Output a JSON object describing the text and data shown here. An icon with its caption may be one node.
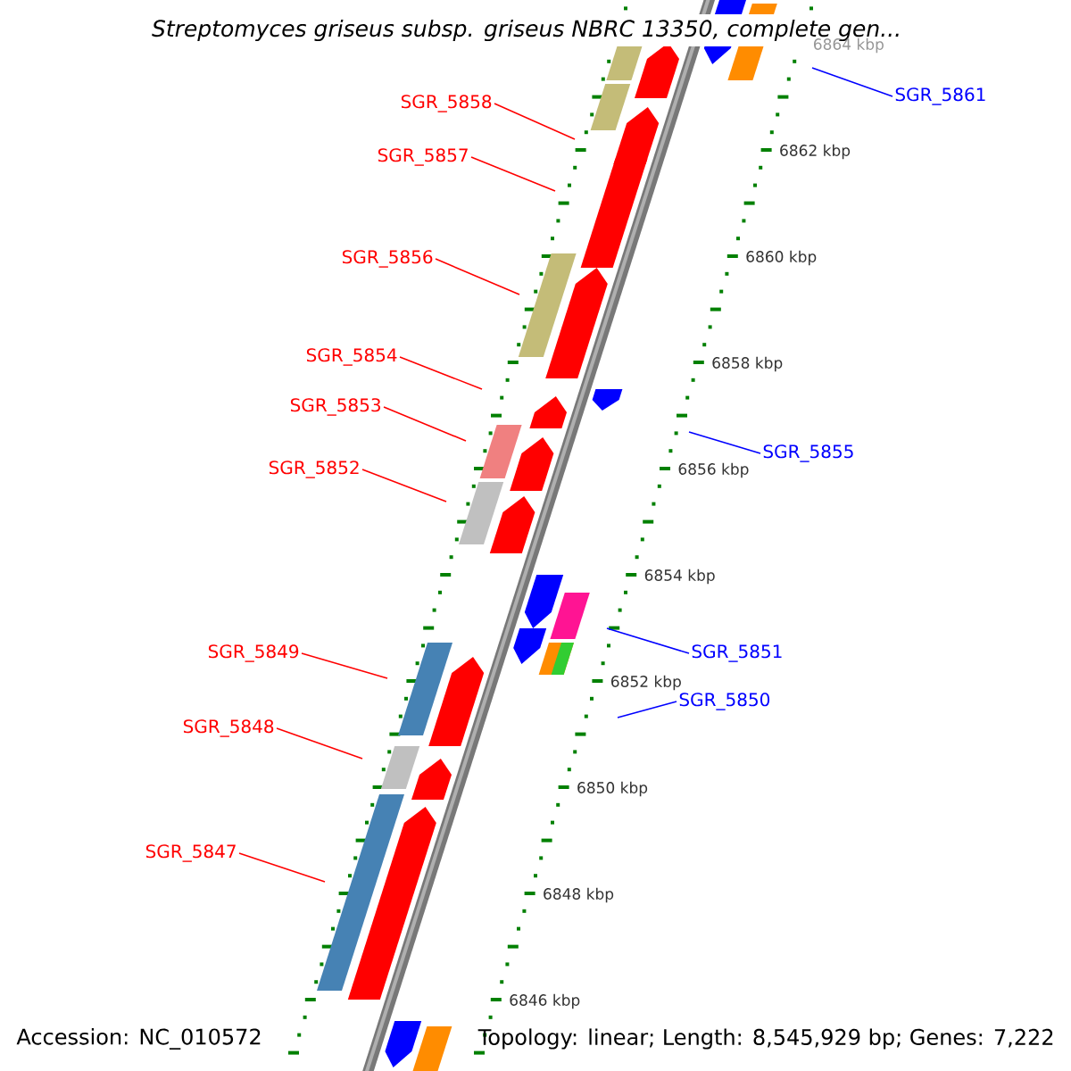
{
  "diagram": {
    "title": "*Streptomyces griseus* subsp. *griseus* NBRC 13350, complete gen...",
    "nodes": [
      {
        "text": [
          "SGR_5858"
        ]
      },
      {
        "text": [
          "SGR_5857"
        ]
      },
      {
        "text": [
          "SGR_5856"
        ]
      },
      {
        "text": [
          "SGR_5854"
        ]
      },
      {
        "text": [
          "SGR_5853"
        ]
      },
      {
        "text": [
          "SGR_5852"
        ]
      },
      {
        "text": [
          "SGR_5849"
        ]
      },
      {
        "text": [
          "SGR_5848"
        ]
      },
      {
        "text": [
          "SGR_5847"
        ]
      },
      {
        "text": [
          "SGR_5861"
        ]
      },
      {
        "text": [
          "SGR_5855"
        ]
      },
      {
        "text": [
          "SGR_5851"
        ]
      },
      {
        "text": [
          "SGR_5850"
        ]
      }
    ],
    "edges": [
      {
        "from": 0,
        "to": null,
        "arrow": "none"
      },
      {
        "from": 1,
        "to": null,
        "arrow": "none"
      },
      {
        "from": 2,
        "to": null,
        "arrow": "none"
      },
      {
        "from": 3,
        "to": null,
        "arrow": "none"
      },
      {
        "from": 4,
        "to": null,
        "arrow": "none"
      },
      {
        "from": 5,
        "to": null,
        "arrow": "none"
      },
      {
        "from": 6,
        "to": null,
        "arrow": "none"
      },
      {
        "from": 7,
        "to": null,
        "arrow": "none"
      },
      {
        "from": 8,
        "to": null,
        "arrow": "none"
      },
      {
        "from": 9,
        "to": null,
        "arrow": "none",
        "color": "#0000ff"
      },
      {
        "from": 10,
        "to": null,
        "arrow": "none",
        "color": "#0000ff"
      },
      {
        "from": 11,
        "to": null,
        "arrow": "none",
        "color": "#0000ff"
      },
      {
        "from": 12,
        "to": null,
        "arrow": "none",
        "color": "#0000ff"
      }
    ],
    "labels": [
      "6864 kbp",
      "6862 kbp",
      "6860 kbp",
      "6858 kbp",
      "6856 kbp",
      "6854 kbp",
      "6852 kbp",
      "6850 kbp",
      "6848 kbp",
      "6846 kbp",
      "Accession: NC_010572",
      "Topology: linear; Length: 8,545,929 bp; Genes: 7,222"
    ]
  }
}
